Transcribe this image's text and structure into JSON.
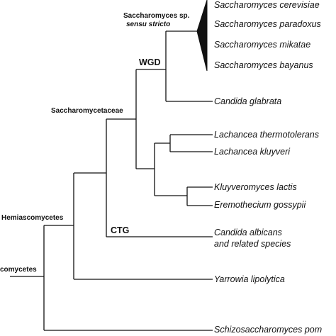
{
  "taxa": {
    "s_cerevisiae": "Saccharomyces cerevisiae",
    "s_paradoxus": "Saccharomyces paradoxus",
    "s_mikatae": "Saccharomyces mikatae",
    "s_bayanus": "Saccharomyces bayanus",
    "c_glabrata": "Candida glabrata",
    "l_thermotolerans": "Lachancea thermotolerans",
    "l_kluyveri": "Lachancea kluyveri",
    "k_lactis": "Kluyveromyces lactis",
    "e_gossypii": "Eremothecium gossypii",
    "c_albicans_line1": "Candida albicans",
    "c_albicans_line2": "and related species",
    "y_lipolytica": "Yarrowia lipolytica",
    "s_pombe": "Schizosaccharomyces pom"
  },
  "clade_labels": {
    "sensu_stricto_line1": "Saccharomyces sp.",
    "sensu_stricto_line2": "sensu stricto",
    "wgd": "WGD",
    "saccharomycetaceae": "Saccharomycetaceae",
    "ctg": "CTG",
    "hemiascomycetes": "Hemiascomycetes",
    "ascomycetes": "comycetes"
  }
}
